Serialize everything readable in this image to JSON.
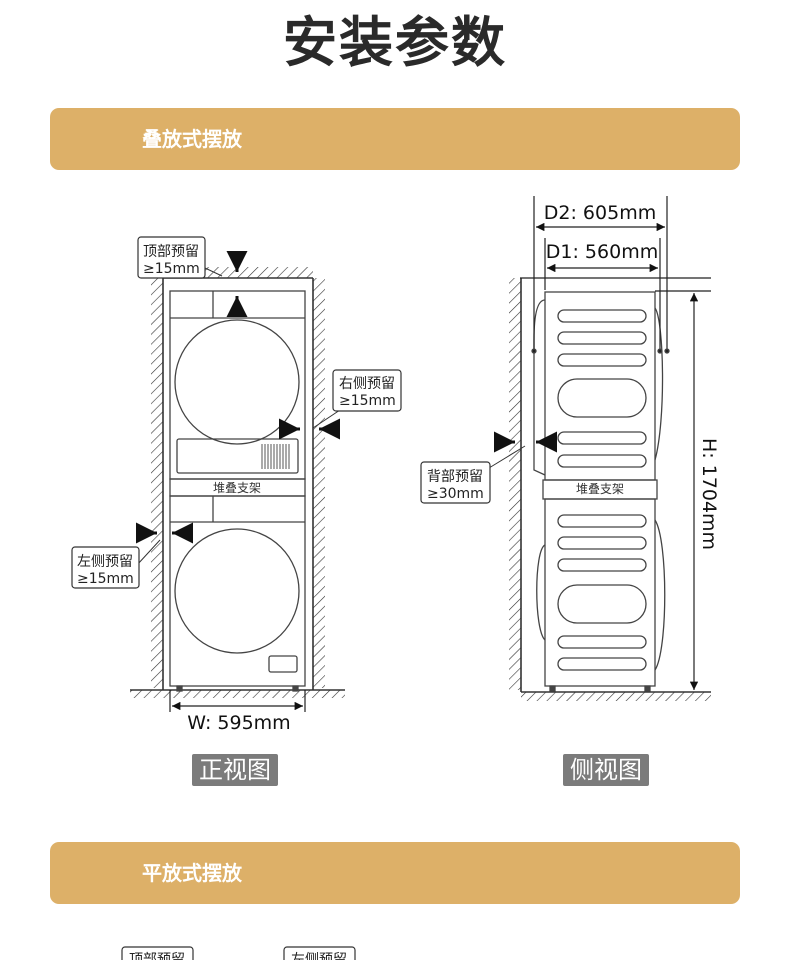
{
  "title": "安装参数",
  "section1": {
    "label": "叠放式摆放"
  },
  "section2": {
    "label": "平放式摆放"
  },
  "front_view": {
    "top_clearance": [
      "顶部预留",
      "≥15mm"
    ],
    "right_clearance": [
      "右侧预留",
      "≥15mm"
    ],
    "left_clearance": [
      "左侧预留",
      "≥15mm"
    ],
    "stand_label": "堆叠支架",
    "width_label": "W: 595mm",
    "view_label": "正视图"
  },
  "side_view": {
    "d2_label": "D2: 605mm",
    "d1_label": "D1: 560mm",
    "height_label": "H: 1704mm",
    "back_clearance": [
      "背部预留",
      "≥30mm"
    ],
    "stand_label": "堆叠支架",
    "view_label": "侧视图"
  },
  "bottom_partial": {
    "label_a": "顶部预留",
    "label_b": "左侧预留"
  }
}
